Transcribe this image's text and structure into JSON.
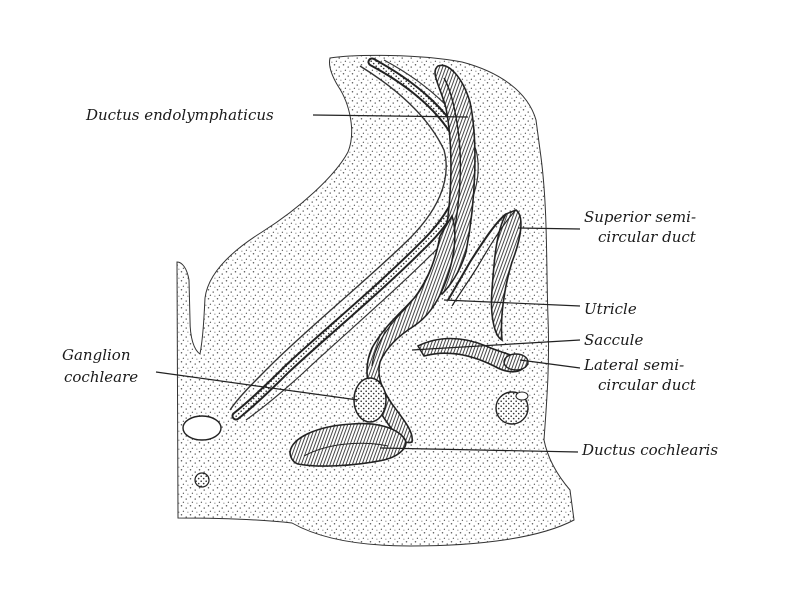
{
  "figure": {
    "labels": {
      "ductus_endolymphaticus": "Ductus endolymphaticus",
      "superior_1": "Superior semi-",
      "superior_2": "circular duct",
      "utricle": "Utricle",
      "saccule": "Saccule",
      "lateral_1": "Lateral semi-",
      "lateral_2": "circular duct",
      "ganglion_1": "Ganglion",
      "ganglion_2": "cochleare",
      "ductus_cochlearis": "Ductus cochlearis"
    },
    "colors": {
      "ink": "#1a1a1a",
      "stipple": "#555555",
      "background": "#ffffff"
    }
  }
}
